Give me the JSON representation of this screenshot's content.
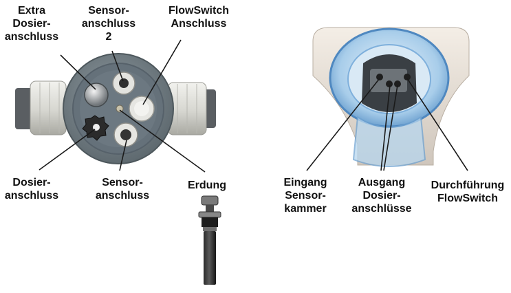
{
  "labels": {
    "extra_dosing_port": [
      "Extra",
      "Dosier-",
      "anschluss"
    ],
    "sensor_port_2": [
      "Sensor-",
      "anschluss",
      "2"
    ],
    "flowswitch_port": [
      "FlowSwitch",
      "Anschluss"
    ],
    "dosing_port": [
      "Dosier-",
      "anschluss"
    ],
    "sensor_port": [
      "Sensor-",
      "anschluss"
    ],
    "grounding": [
      "Erdung"
    ],
    "sensor_chamber_inlet": [
      "Eingang",
      "Sensor-",
      "kammer"
    ],
    "dosing_outlets": [
      "Ausgang",
      "Dosier-",
      "anschlüsse"
    ],
    "flowswitch_passage": [
      "Durchführung",
      "FlowSwitch"
    ]
  },
  "colors": {
    "housing": "#6e7a80",
    "housing_rim": "#8a969c",
    "face": "#5e6a70",
    "white_part": "#e6e6e2",
    "tube_blue": "#9cc6e8",
    "tube_blue_dark": "#4f88c0",
    "leader_line": "#1a1a1a",
    "text": "#111111"
  }
}
